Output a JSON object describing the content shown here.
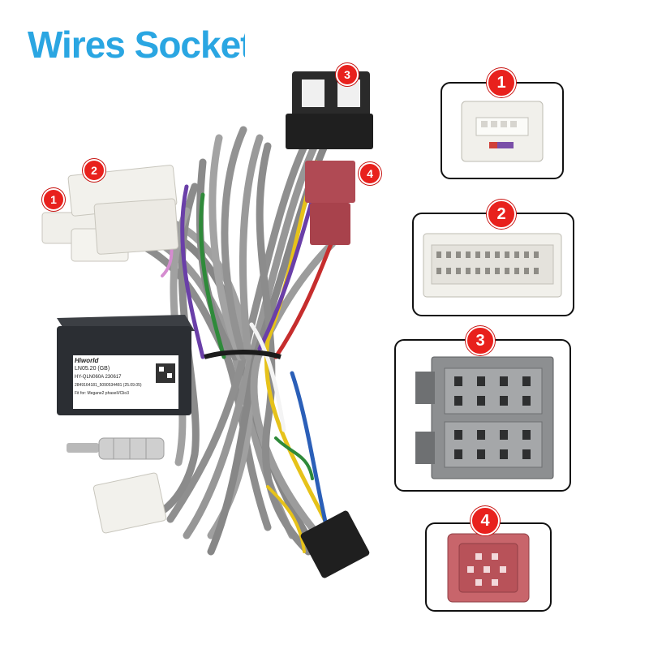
{
  "title": "Wires Sockets",
  "callouts": [
    "1",
    "2",
    "3",
    "4"
  ],
  "module_label": {
    "brand": "Hiworld",
    "model": "LN05.20 (GB)",
    "code": "HY-QLN060A 230617",
    "serial": "2849164181_5090534481 (25.09.05)",
    "fit_for": "Fit for:  Megane2 phaseII/Clio3"
  },
  "colors": {
    "title": "#2aa6e2",
    "badge": "#e8211d",
    "wire": "#8c8c8c",
    "connector_white": "#f1f0ec",
    "connector_black": "#222222",
    "connector_red": "#b9525a"
  }
}
